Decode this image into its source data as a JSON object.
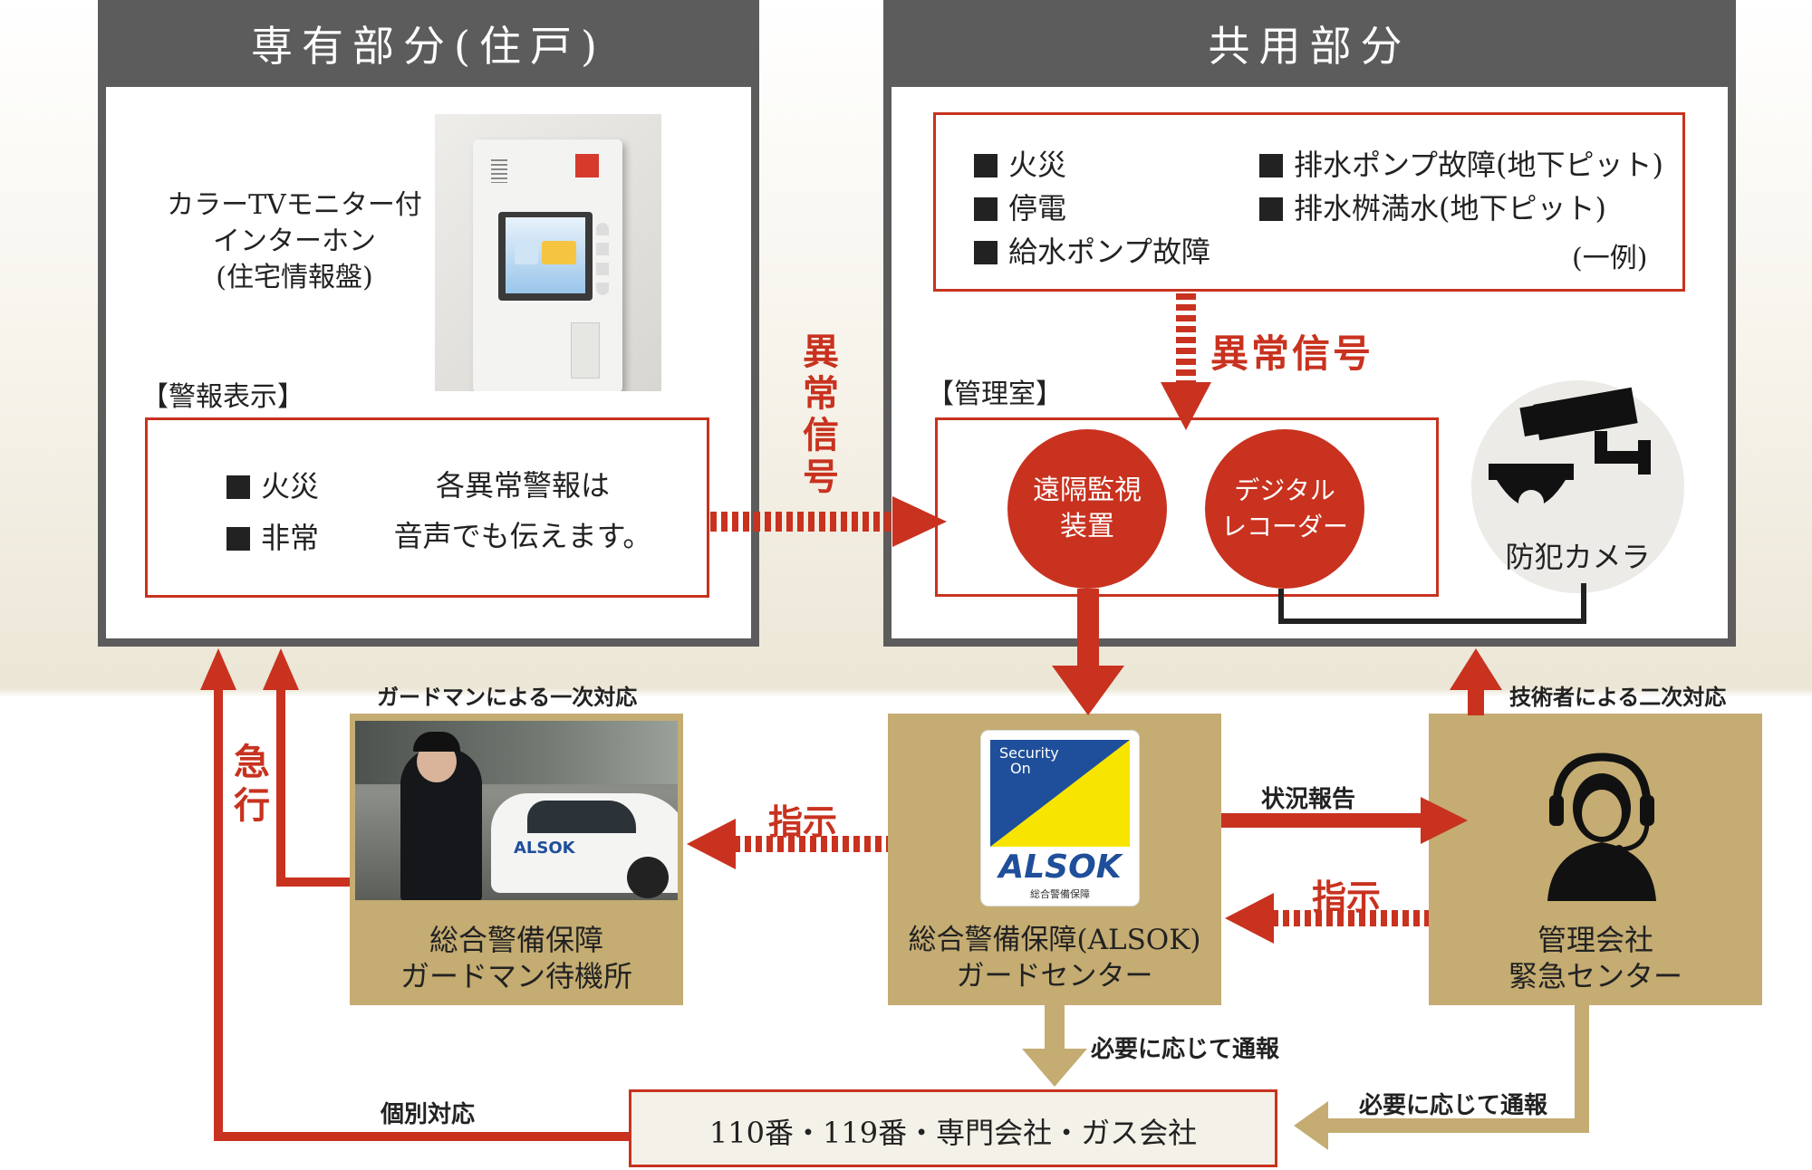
{
  "private": {
    "header": "専有部分(住戸)",
    "intercom_label": [
      "カラーTVモニター付",
      "インターホン",
      "(住宅情報盤)"
    ],
    "alarm_title": "【警報表示】",
    "alarms": [
      "火災",
      "非常"
    ],
    "alarm_note": [
      "各異常警報は",
      "音声でも伝えます。"
    ]
  },
  "common": {
    "header": "共用部分",
    "items_left": [
      "火災",
      "停電",
      "給水ポンプ故障"
    ],
    "items_right": [
      "排水ポンプ故障(地下ピット)",
      "排水桝満水(地下ピット)"
    ],
    "example": "(一例)",
    "signal_label": "異常信号",
    "control_room_title": "【管理室】",
    "remote_monitor": [
      "遠隔監視",
      "装置"
    ],
    "recorder": [
      "デジタル",
      "レコーダー"
    ],
    "camera_label": "防犯カメラ"
  },
  "signal_vertical": [
    "異",
    "常",
    "信",
    "号"
  ],
  "express_vertical": [
    "急",
    "行"
  ],
  "guard_station": {
    "top_label": "ガードマンによる一次対応",
    "name": [
      "総合警備保障",
      "ガードマン待機所"
    ],
    "car_logo": "ALSOK"
  },
  "guard_center": {
    "sticker_top": [
      "Security",
      "On"
    ],
    "sticker_brand": "ALSOK",
    "sticker_sub": "総合警備保障",
    "name": [
      "総合警備保障(ALSOK)",
      "ガードセンター"
    ]
  },
  "mgmt_center": {
    "top_label": "技術者による二次対応",
    "name": [
      "管理会社",
      "緊急センター"
    ]
  },
  "arrows": {
    "instruct_left": "指示",
    "status_report": "状況報告",
    "instruct_right": "指示",
    "notify_center": "必要に応じて通報",
    "notify_mgmt": "必要に応じて通報",
    "individual": "個別対応"
  },
  "bottom_box": "110番・119番・専門会社・ガス会社",
  "colors": {
    "red": "#c8321f",
    "gold": "#c4ac72",
    "dark": "#5d5c5c",
    "blue": "#1f4f9a",
    "yellow": "#f7e500"
  }
}
